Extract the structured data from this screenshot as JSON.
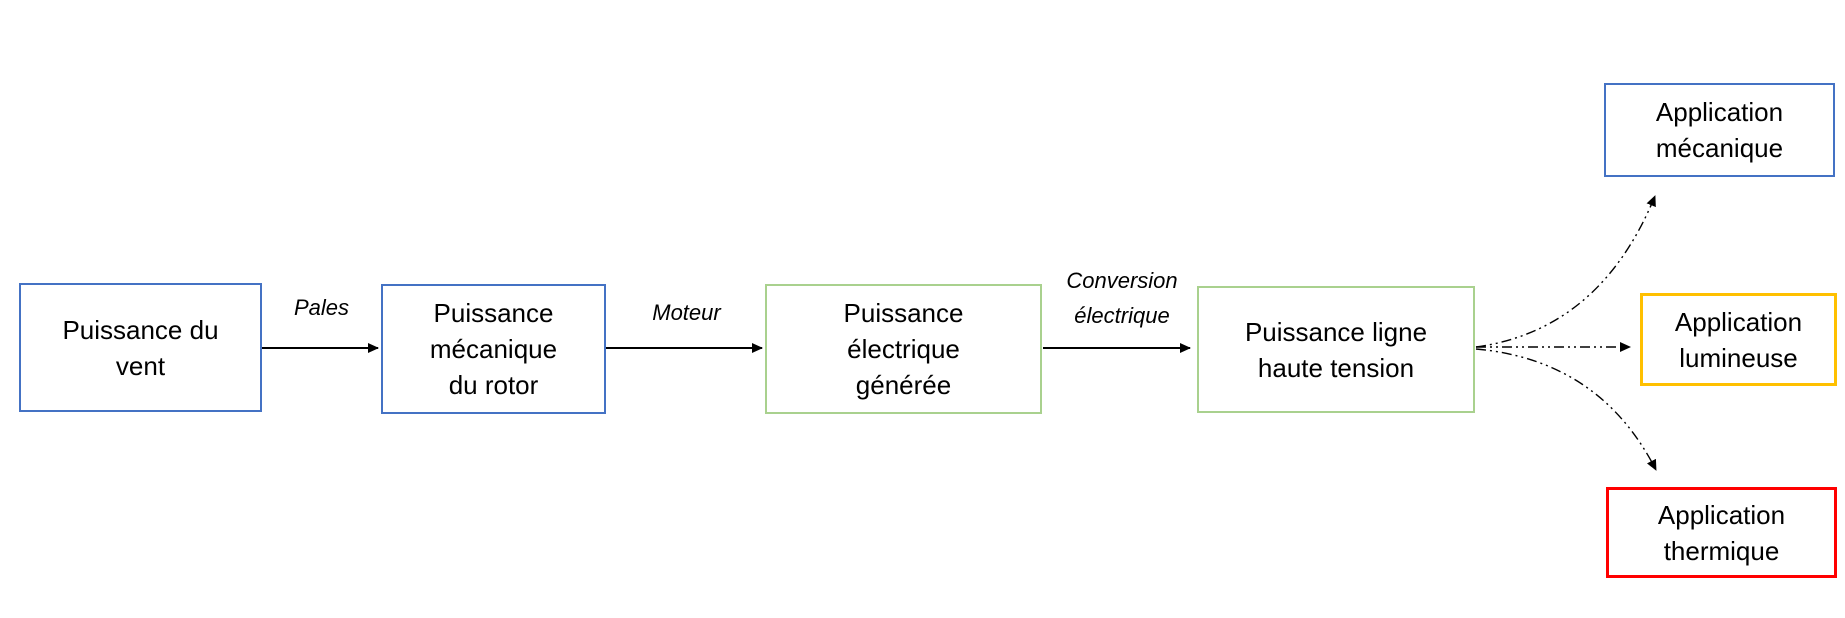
{
  "colors": {
    "background": "#ffffff",
    "blue": "#4472C4",
    "green": "#A9D18E",
    "orange": "#FFC000",
    "red": "#FF0000",
    "arrow": "#000000",
    "text": "#000000"
  },
  "diagram": {
    "type": "flow-diagram",
    "description_nodes": [
      {
        "id": "vent",
        "label": "Puissance du vent",
        "border": "blue"
      },
      {
        "id": "rotor",
        "label": "Puissance mécanique du rotor",
        "border": "blue"
      },
      {
        "id": "electrique",
        "label": "Puissance électrique générée",
        "border": "green"
      },
      {
        "id": "ligne",
        "label": "Puissance ligne haute tension",
        "border": "green"
      },
      {
        "id": "app_mecanique",
        "label": "Application mécanique",
        "border": "blue"
      },
      {
        "id": "app_lumineuse",
        "label": "Application lumineuse",
        "border": "orange"
      },
      {
        "id": "app_thermique",
        "label": "Application thermique",
        "border": "red"
      }
    ]
  },
  "nodes": {
    "vent": {
      "lines": [
        "Puissance du",
        "vent"
      ]
    },
    "rotor": {
      "lines": [
        "Puissance",
        "mécanique",
        "du rotor"
      ]
    },
    "electrique": {
      "lines": [
        "Puissance",
        "électrique",
        "générée"
      ]
    },
    "ligne": {
      "lines": [
        "Puissance ligne",
        "haute tension"
      ]
    },
    "app_mecanique": {
      "lines": [
        "Application",
        "mécanique"
      ]
    },
    "app_lumineuse": {
      "lines": [
        "Application",
        "lumineuse"
      ]
    },
    "app_thermique": {
      "lines": [
        "Application",
        "thermique"
      ]
    }
  },
  "edge_labels": {
    "pales": "Pales",
    "moteur": "Moteur",
    "conversion": {
      "lines": [
        "Conversion",
        "électrique"
      ]
    }
  }
}
